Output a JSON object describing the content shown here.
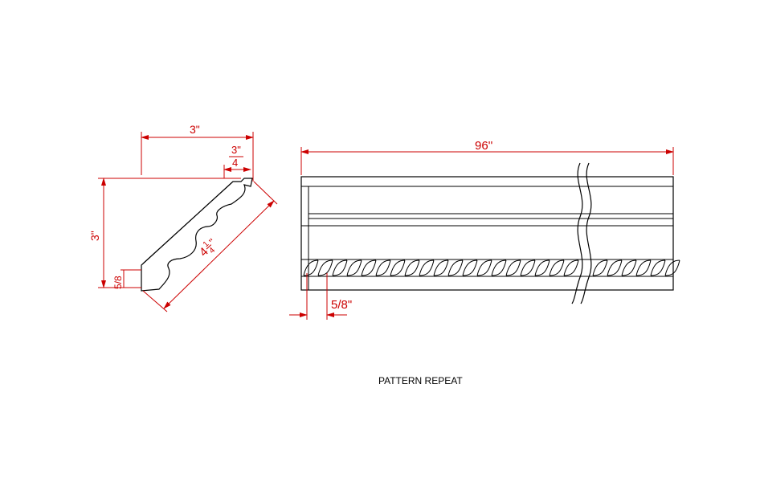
{
  "colors": {
    "dimension": "#cc0000",
    "outline": "#000000",
    "background": "#ffffff"
  },
  "profile_view": {
    "width_label": "3\"",
    "height_label": "3\"",
    "top_fraction_num": "3\"",
    "top_fraction_den": "4",
    "slope_label_whole": "4",
    "slope_label_num": "1",
    "slope_label_den": "4",
    "slope_label_mark": "''",
    "bottom_fraction": "5/8"
  },
  "elevation_view": {
    "length_label": "96''",
    "repeat_label": "5/8\""
  },
  "caption": "PATTERN REPEAT"
}
